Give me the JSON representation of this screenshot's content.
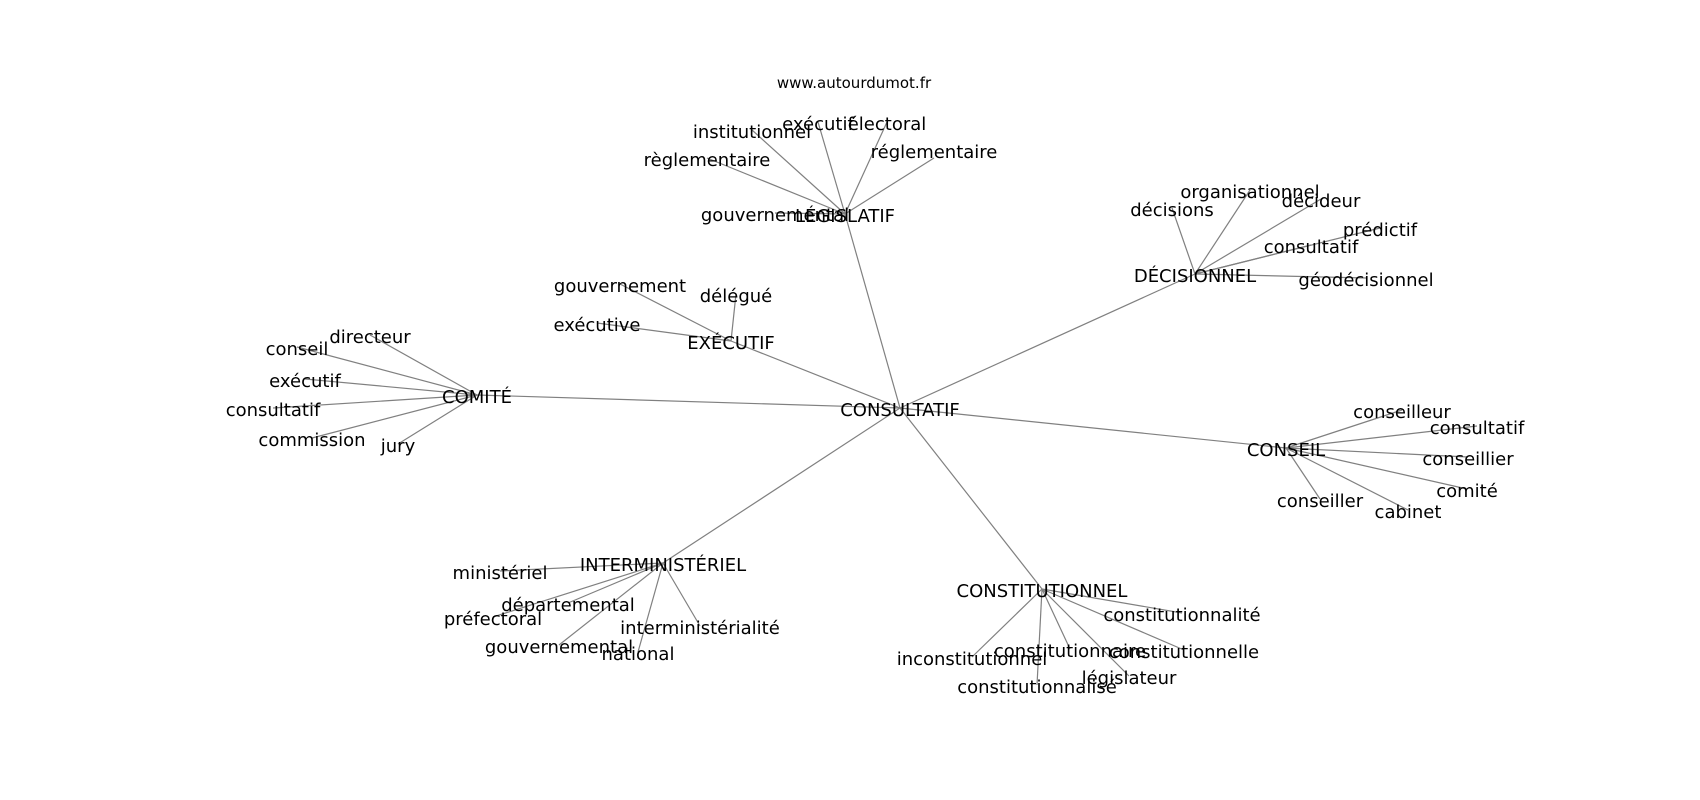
{
  "site": "www.autourdumot.fr",
  "center": "CONSULTATIF",
  "groups": [
    {
      "hub": "LÉGISLATIF",
      "leaves": [
        "institutionnel",
        "exécutif",
        "électoral",
        "règlementaire",
        "réglementaire",
        "gouvernemental"
      ]
    },
    {
      "hub": "DÉCISIONNEL",
      "leaves": [
        "décisions",
        "organisationnel",
        "décideur",
        "prédictif",
        "consultatif",
        "géodécisionnel"
      ]
    },
    {
      "hub": "EXÉCUTIF",
      "leaves": [
        "gouvernement",
        "délégué",
        "exécutive"
      ]
    },
    {
      "hub": "COMITÉ",
      "leaves": [
        "directeur",
        "conseil",
        "exécutif",
        "consultatif",
        "commission",
        "jury"
      ]
    },
    {
      "hub": "CONSEIL",
      "leaves": [
        "conseilleur",
        "consultatif",
        "conseillier",
        "comité",
        "conseiller",
        "cabinet"
      ]
    },
    {
      "hub": "INTERMINISTÉRIEL",
      "leaves": [
        "ministériel",
        "départemental",
        "préfectoral",
        "interministérialité",
        "gouvernemental",
        "national"
      ]
    },
    {
      "hub": "CONSTITUTIONNEL",
      "leaves": [
        "constitutionnalité",
        "inconstitutionnel",
        "constitutionnaire",
        "constitutionnelle",
        "législateur",
        "constitutionnalisé"
      ]
    }
  ]
}
